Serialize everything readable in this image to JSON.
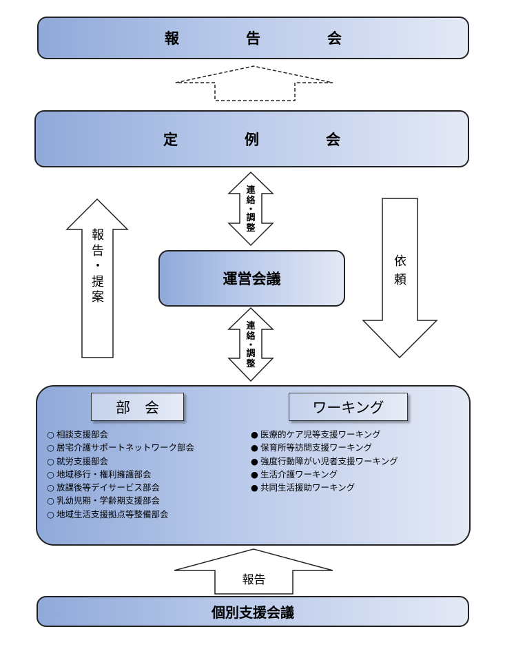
{
  "diagram": {
    "report_meeting": "報　告　会",
    "regular_meeting": "定　例　会",
    "steering_committee": "運営会議",
    "individual_support_meeting": "個別支援会議",
    "liaison_top": [
      "連",
      "絡",
      "・",
      "調",
      "整"
    ],
    "liaison_bottom": [
      "連",
      "絡",
      "・",
      "調",
      "整"
    ],
    "report_proposal": [
      "報",
      "告",
      "・",
      "提",
      "案"
    ],
    "request": [
      "依",
      "頼"
    ],
    "report_bottom": "報告",
    "subcommittee": {
      "title": "部　会",
      "bullet": "○",
      "items": [
        "相談支援部会",
        "居宅介護サポートネットワーク部会",
        "就労支援部会",
        "地域移行・権利擁護部会",
        "放課後等デイサービス部会",
        "乳幼児期・学齢期支援部会",
        "地域生活支援拠点等整備部会"
      ]
    },
    "working": {
      "title": "ワーキング",
      "bullet": "●",
      "items": [
        "医療的ケア児等支援ワーキング",
        "保育所等訪問支援ワーキング",
        "強度行動障がい児者支援ワーキング",
        "生活介護ワーキング",
        "共同生活援助ワーキング"
      ]
    }
  }
}
